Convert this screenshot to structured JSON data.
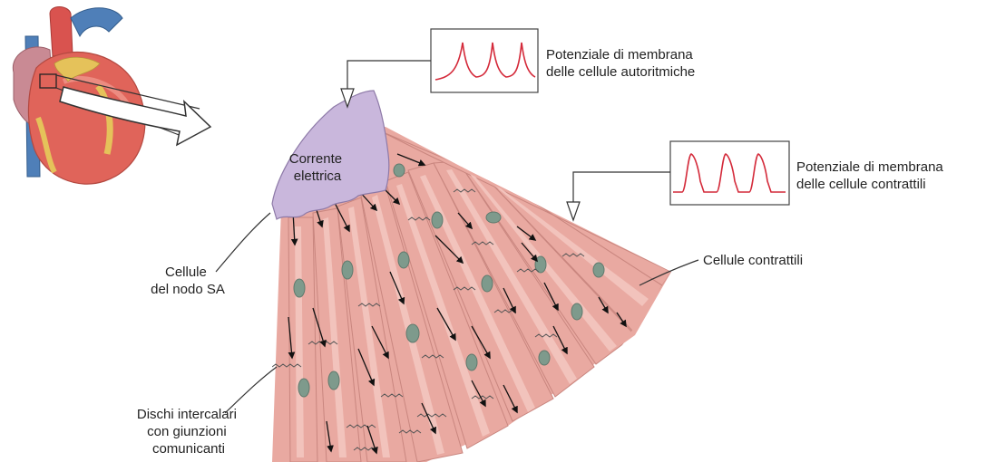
{
  "labels": {
    "autorhythmic": [
      "Potenziale di membrana",
      "delle cellule autoritmiche"
    ],
    "contractile": [
      "Potenziale di membrana",
      "delle cellule contrattili"
    ],
    "current": [
      "Corrente",
      "elettrica"
    ],
    "sa_node": [
      "Cellule",
      "del nodo SA"
    ],
    "contractile_cells": "Cellule contrattili",
    "discs": [
      "Dischi intercalari",
      "con giunzioni",
      "comunicanti"
    ]
  },
  "colors": {
    "sa_node": "#c9b7dc",
    "muscle": "#e9a9a1",
    "nucleus": "#7e9a8c",
    "trace": "#d42a3a",
    "heart": "#e0645a"
  },
  "icons": {
    "heart": "heart-illustration",
    "pointer": "hollow-arrow-icon"
  }
}
